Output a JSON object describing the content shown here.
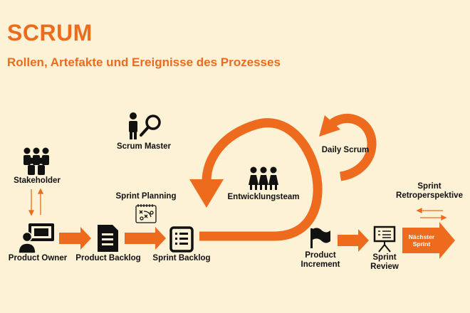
{
  "title": "SCRUM",
  "subtitle": "Rollen, Artefakte und Ereignisse des Prozesses",
  "labels": {
    "stakeholder": "Stakeholder",
    "scrum_master": "Scrum Master",
    "sprint_planning": "Sprint Planning",
    "entwicklungsteam": "Entwicklungsteam",
    "daily_scrum": "Daily Scrum",
    "sprint_retro_line1": "Sprint",
    "sprint_retro_line2": "Retroperspektive",
    "product_owner": "Product Owner",
    "product_backlog": "Product Backlog",
    "sprint_backlog": "Sprint Backlog",
    "product_increment_line1": "Product",
    "product_increment_line2": "Increment",
    "sprint_review_line1": "Sprint",
    "sprint_review_line2": "Review",
    "next_sprint_line1": "Nächster",
    "next_sprint_line2": "Sprint"
  },
  "icons": [
    "stakeholders-icon",
    "scrum-master-icon",
    "sprint-planning-icon",
    "team-icon",
    "product-owner-icon",
    "product-backlog-icon",
    "sprint-backlog-icon",
    "flag-icon",
    "presentation-icon"
  ],
  "colors": {
    "accent": "#ee6a1c",
    "background": "#fdf1d6",
    "icon": "#111111"
  }
}
